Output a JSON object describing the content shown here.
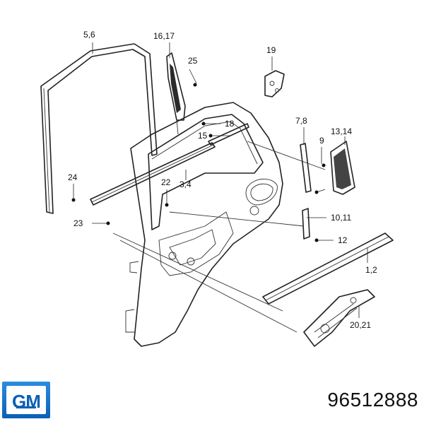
{
  "diagram": {
    "callouts": {
      "c56": "5,6",
      "c1617": "16,17",
      "c25": "25",
      "c19": "19",
      "c18": "18",
      "c15": "15",
      "c78": "7,8",
      "c9": "9",
      "c1314": "13,14",
      "c24": "24",
      "c22": "22",
      "c34": "3,4",
      "c23": "23",
      "c1011": "10,11",
      "c12": "12",
      "c12b": "1,2",
      "c2021": "20,21"
    }
  },
  "brand": {
    "logo_text": "GM",
    "logo_color": "#0b5fb8"
  },
  "footer": {
    "part_number": "96512888"
  }
}
